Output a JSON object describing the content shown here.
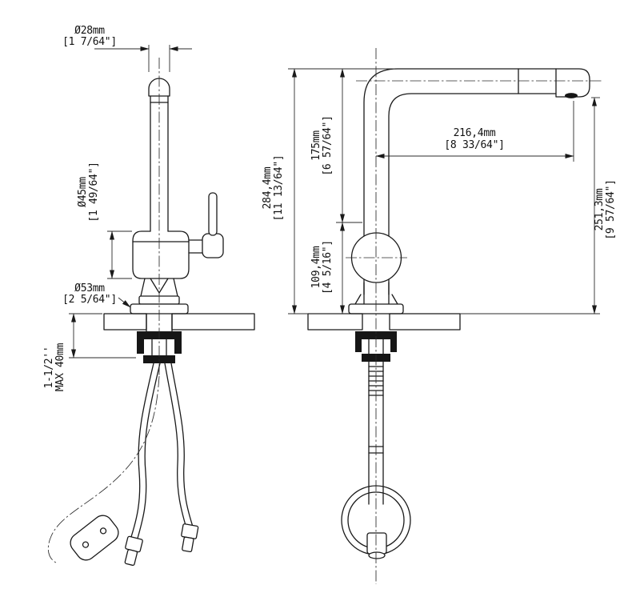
{
  "drawing": {
    "title": "pull-out kitchen faucet installation drawing",
    "dims": {
      "spout_dia": {
        "mm": "Ø28mm",
        "in": "[1 7/64\"]"
      },
      "body_dia": {
        "mm": "Ø45mm",
        "in": "[1 49/64\"]"
      },
      "base_dia": {
        "mm": "Ø53mm",
        "in": "[2 5/64\"]"
      },
      "deck_thickness": {
        "in": "1-1/2''",
        "mm": "MAX 40mm"
      },
      "total_height": {
        "mm": "284,4mm",
        "in": "[11 13/64\"]"
      },
      "upper_height": {
        "mm": "175mm",
        "in": "[6 57/64\"]"
      },
      "lower_height": {
        "mm": "109,4mm",
        "in": "[4 5/16\"]"
      },
      "reach": {
        "mm": "216,4mm",
        "in": "[8 33/64\"]"
      },
      "outlet_height": {
        "mm": "251,3mm",
        "in": "[9 57/64\"]"
      }
    },
    "colors": {
      "line": "#1a1a1a",
      "background": "#ffffff"
    }
  }
}
